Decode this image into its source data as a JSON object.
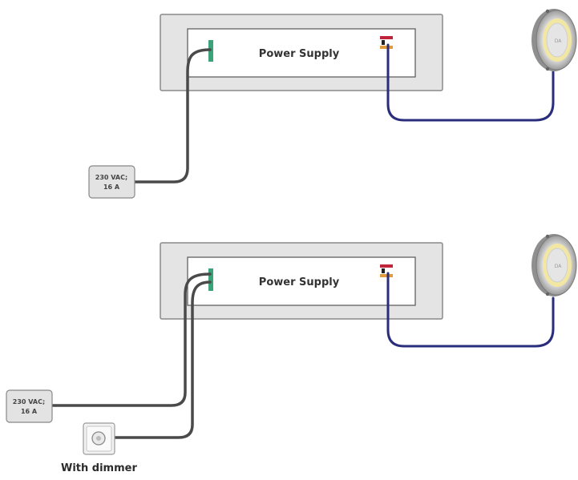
{
  "diagrams": [
    {
      "power_supply_label": "Power Supply",
      "mains_box": {
        "line1": "230 VAC;",
        "line2": "16 A"
      },
      "fixture_label": "DA",
      "has_dimmer": false
    },
    {
      "power_supply_label": "Power Supply",
      "mains_box": {
        "line1": "230 VAC;",
        "line2": "16 A"
      },
      "fixture_label": "DA",
      "has_dimmer": true,
      "dimmer_caption": "With dimmer"
    }
  ],
  "colors": {
    "cable_mains": "#4a4a4a",
    "cable_led": "#2a2d7c",
    "terminal_green": "#3aa37a",
    "terminal_red": "#c0243a",
    "terminal_orange": "#e39a3b",
    "enclosure_fill": "#e4e4e4",
    "enclosure_stroke": "#8a8a8a",
    "fixture_glow": "#f3e7a0"
  }
}
